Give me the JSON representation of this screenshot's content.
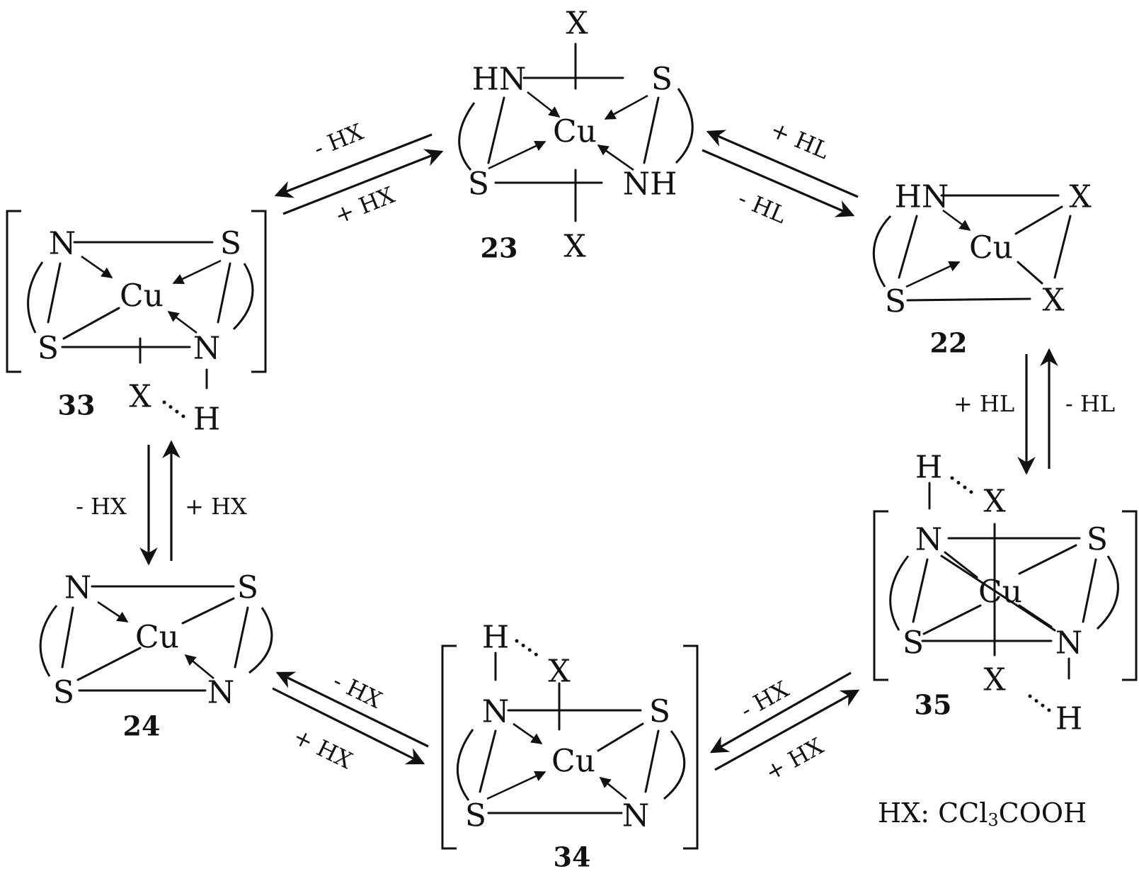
{
  "atoms": {
    "hn": "HN",
    "nh": "NH",
    "n": "N",
    "s": "S",
    "cu": "Cu",
    "x": "X",
    "h": "H"
  },
  "compounds": {
    "c23": "23",
    "c22": "22",
    "c33": "33",
    "c35": "35",
    "c24": "24",
    "c34": "34"
  },
  "conditions": {
    "minus_hx": "- HX",
    "plus_hx": "+ HX",
    "minus_hl": "- HL",
    "plus_hl": "+ HL"
  },
  "legend": {
    "prefix": "HX: CCl",
    "subscript": "3",
    "suffix": "COOH"
  }
}
